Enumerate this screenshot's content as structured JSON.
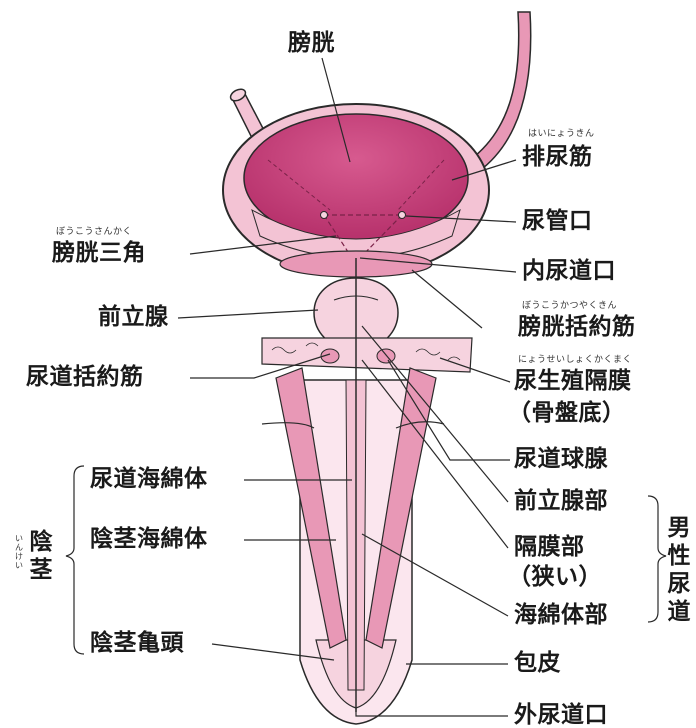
{
  "colors": {
    "bladder_inner": "#c8457e",
    "tissue_pink": "#f3c3d4",
    "tissue_light": "#fbe6ee",
    "spongy_body": "#e898b6",
    "outline": "#2a2a2a"
  },
  "labels": {
    "bladder": "膀胱",
    "detrusor": "排尿筋",
    "detrusor_ruby": "はいにょうきん",
    "ureteral_orifice": "尿管口",
    "trigone": "膀胱三角",
    "trigone_ruby": "ぼうこうさんかく",
    "internal_urethral_orifice": "内尿道口",
    "prostate": "前立腺",
    "bladder_sphincter": "膀胱括約筋",
    "bladder_sphincter_ruby": "ぼうこうかつやくきん",
    "urethral_sphincter": "尿道括約筋",
    "urogenital_diaphragm": "尿生殖隔膜",
    "urogenital_diaphragm_ruby": "にょうせいしょくかくまく",
    "pelvic_floor": "（骨盤底）",
    "bulbourethral_gland": "尿道球腺",
    "corpus_spongiosum": "尿道海綿体",
    "corpus_cavernosum": "陰茎海綿体",
    "glans": "陰茎亀頭",
    "penis": "陰茎",
    "penis_ruby": "いんけい",
    "prostatic_part": "前立腺部",
    "membranous_part": "隔膜部",
    "narrow": "（狭い）",
    "spongy_part": "海綿体部",
    "male_urethra": "男性尿道",
    "foreskin": "包皮",
    "external_urethral_orifice": "外尿道口"
  }
}
